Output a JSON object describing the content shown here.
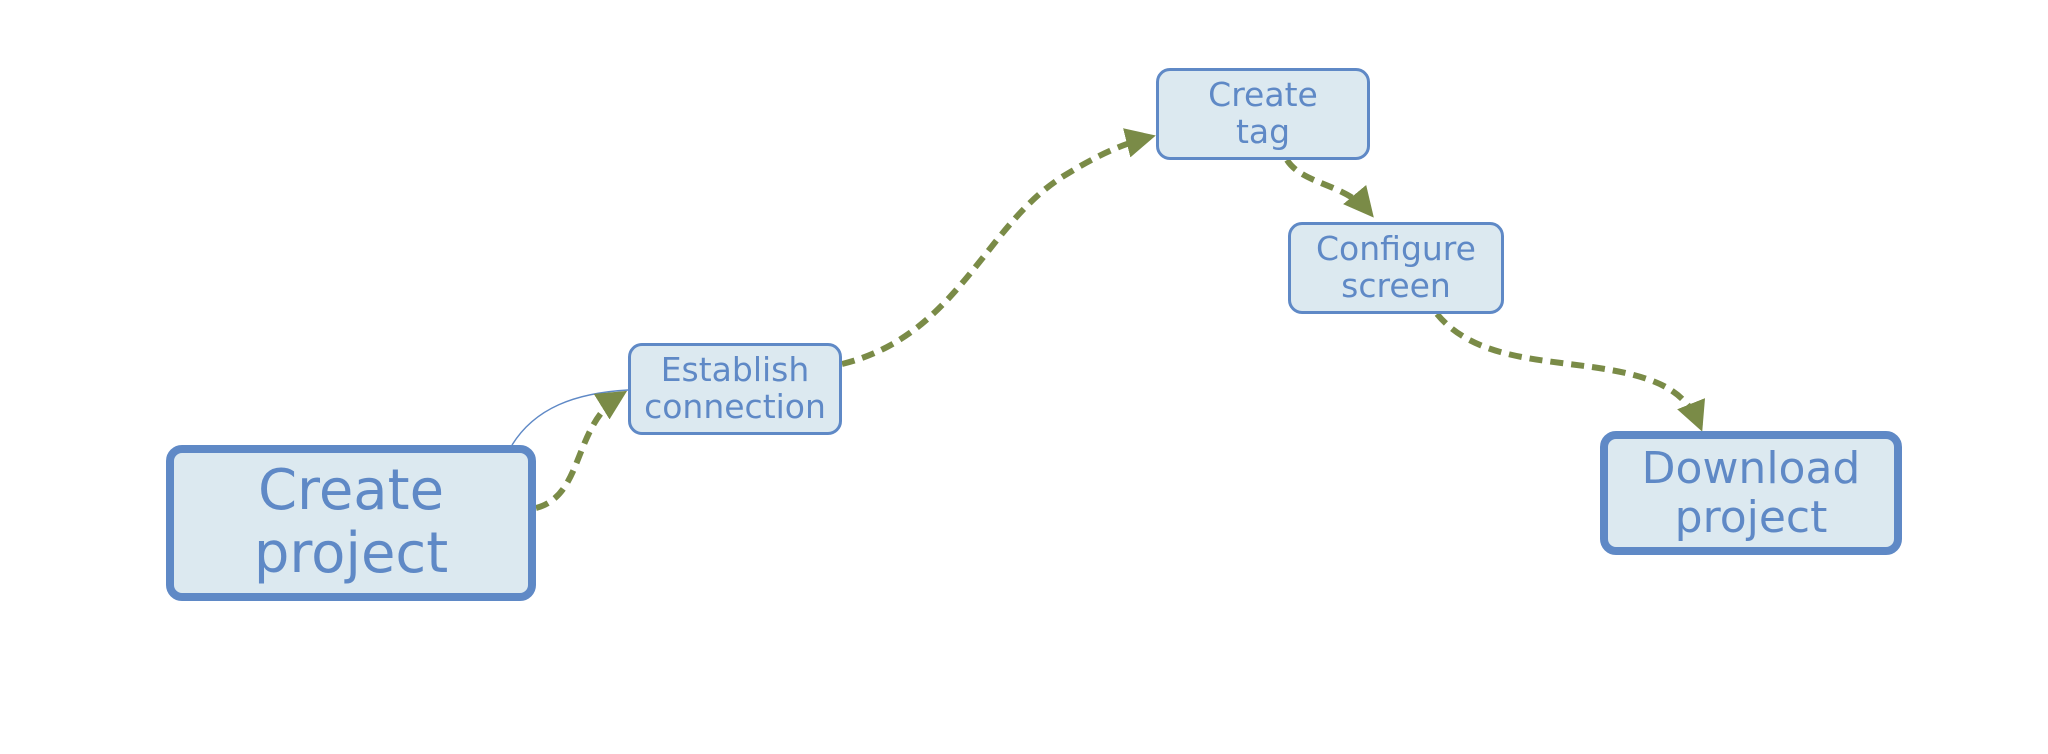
{
  "colors": {
    "node_fill": "#dce9f0",
    "node_border": "#5f89c6",
    "node_text": "#5f89c6",
    "flow_arrow": "#7a8b47",
    "link_line": "#5f89c6"
  },
  "nodes": {
    "create_project": {
      "line1": "Create",
      "line2": "project"
    },
    "establish_connection": {
      "line1": "Establish",
      "line2": "connection"
    },
    "create_tag": {
      "line1": "Create",
      "line2": "tag"
    },
    "configure_screen": {
      "line1": "Configure",
      "line2": "screen"
    },
    "download_project": {
      "line1": "Download",
      "line2": "project"
    }
  },
  "edges": [
    {
      "from": "create_project",
      "to": "establish_connection",
      "style": "dashed-arrow"
    },
    {
      "from": "create_project",
      "to": "establish_connection",
      "style": "thin-line"
    },
    {
      "from": "establish_connection",
      "to": "create_tag",
      "style": "dashed-arrow"
    },
    {
      "from": "create_tag",
      "to": "configure_screen",
      "style": "dashed-arrow"
    },
    {
      "from": "configure_screen",
      "to": "download_project",
      "style": "dashed-arrow"
    }
  ]
}
